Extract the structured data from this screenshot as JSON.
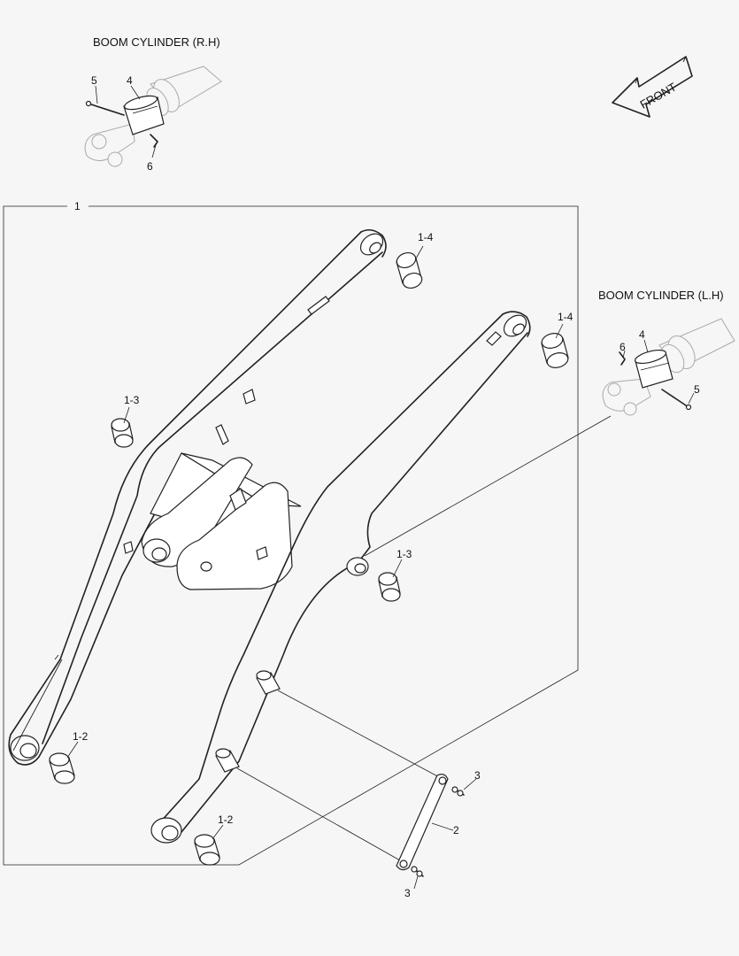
{
  "titles": {
    "boom_cylinder_rh": "BOOM CYLINDER (R.H)",
    "boom_cylinder_lh": "BOOM CYLINDER (L.H)",
    "front": "FRONT"
  },
  "callouts": {
    "assembly": "1",
    "bushing_top_left": "1-4",
    "bushing_top_right": "1-4",
    "bushing_mid_left": "1-3",
    "bushing_mid_right": "1-3",
    "bushing_bottom_left": "1-2",
    "bushing_bottom_right": "1-2",
    "link": "2",
    "bolt_top": "3",
    "bolt_bottom": "3",
    "rh_pin_bolt": "5",
    "rh_pin": "4",
    "rh_clip": "6",
    "lh_clip": "6",
    "lh_pin": "4",
    "lh_pin_bolt": "5"
  }
}
